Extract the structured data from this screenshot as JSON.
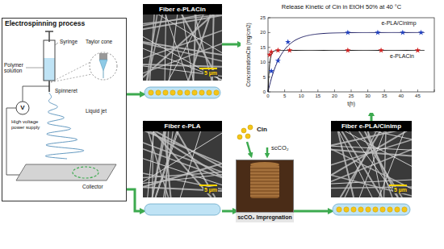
{
  "diagram": {
    "nodes": [
      {
        "text": [
          "Electrospinning process"
        ]
      },
      {
        "text": [
          "Fiber e-PLACin",
          "5 µm"
        ]
      },
      {
        "text": [
          "Fiber e-PLA",
          "5 µm"
        ]
      },
      {
        "text": [
          "scCO₂ Impregnation"
        ]
      },
      {
        "text": [
          "Fiber e-PLA/Cinimp",
          "5 µm"
        ]
      },
      {
        "text": [
          "Release Kinetic of Cin in EtOH 50% at 40 °C"
        ]
      }
    ],
    "edges": [
      {
        "from": 0,
        "to": 1,
        "arrow": "to"
      },
      {
        "from": 0,
        "to": 2,
        "arrow": "to"
      },
      {
        "from": 2,
        "to": 3,
        "arrow": "to"
      },
      {
        "from": 3,
        "to": 4,
        "arrow": "to"
      },
      {
        "from": 1,
        "to": 5,
        "arrow": "to"
      },
      {
        "from": 4,
        "to": 5,
        "arrow": "to"
      }
    ],
    "labels": [
      "Syringe",
      "Polymer solution",
      "Taylor cone",
      "Spinneret",
      "Liquid jet",
      "V",
      "High voltage power supply",
      "Collector",
      "Cin",
      "scCO₂",
      "0",
      "5",
      "10",
      "15",
      "20",
      "25",
      "0",
      "5",
      "10",
      "15",
      "20",
      "25",
      "30",
      "35",
      "40",
      "45",
      "ConcentrationCin (mg/cm2)",
      "t(h)",
      "e-PLA/Cinimp",
      "e-PLACin"
    ]
  }
}
